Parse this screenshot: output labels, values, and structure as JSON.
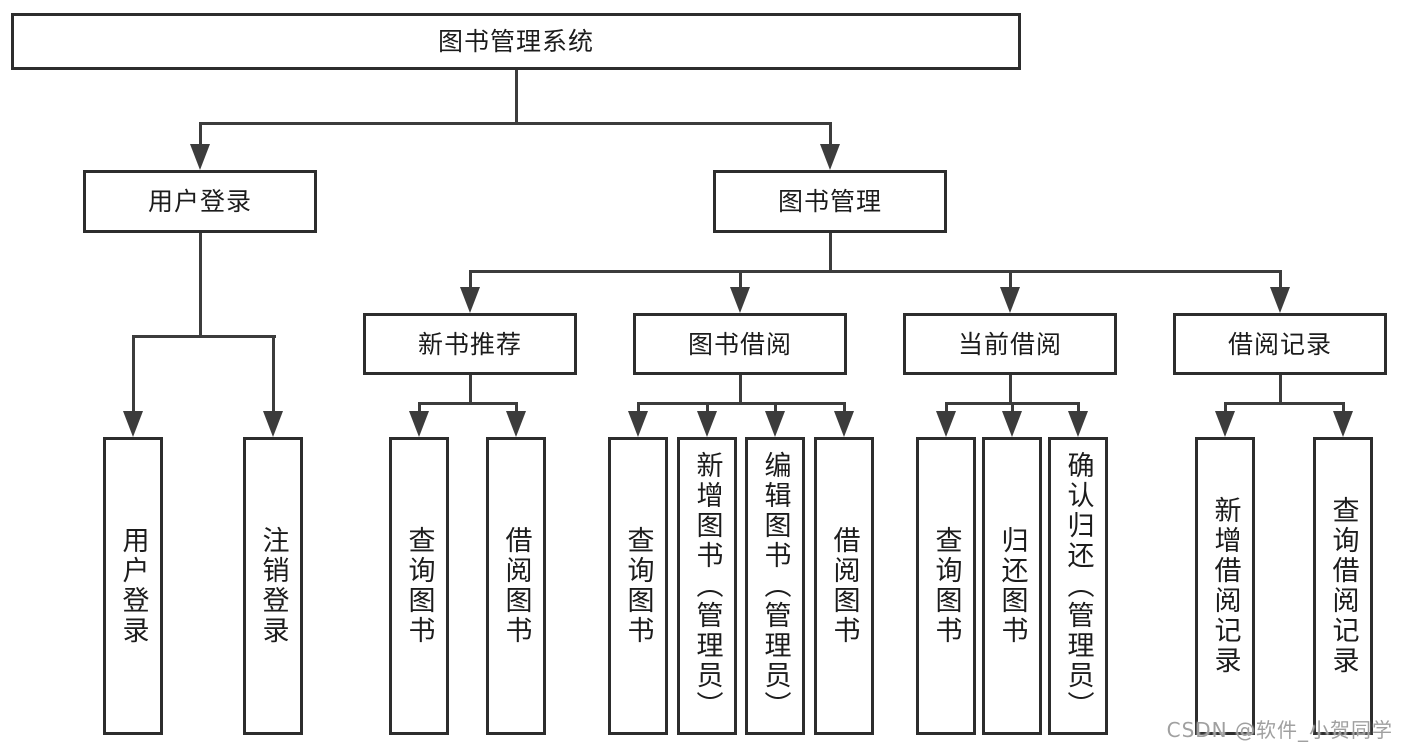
{
  "diagram": {
    "title": "图书管理系统",
    "root": {
      "label": "图书管理系统"
    },
    "branches": [
      {
        "label": "用户登录",
        "children": [
          {
            "label": "用户登录"
          },
          {
            "label": "注销登录"
          }
        ]
      },
      {
        "label": "图书管理",
        "children": [
          {
            "label": "新书推荐",
            "children": [
              {
                "label": "查询图书"
              },
              {
                "label": "借阅图书"
              }
            ]
          },
          {
            "label": "图书借阅",
            "children": [
              {
                "label": "查询图书"
              },
              {
                "label": "新增图书（管理员）"
              },
              {
                "label": "编辑图书（管理员）"
              },
              {
                "label": "借阅图书"
              }
            ]
          },
          {
            "label": "当前借阅",
            "children": [
              {
                "label": "查询图书"
              },
              {
                "label": "归还图书"
              },
              {
                "label": "确认归还（管理员）"
              }
            ]
          },
          {
            "label": "借阅记录",
            "children": [
              {
                "label": "新增借阅记录"
              },
              {
                "label": "查询借阅记录"
              }
            ]
          }
        ]
      }
    ]
  },
  "watermark": {
    "text": "CSDN @软件_小贺同学"
  },
  "colors": {
    "line": "#3c3c3c",
    "box_border": "#2d2d2d",
    "text": "#1c1c1c",
    "watermark": "#a0a0a0",
    "background": "#ffffff"
  }
}
